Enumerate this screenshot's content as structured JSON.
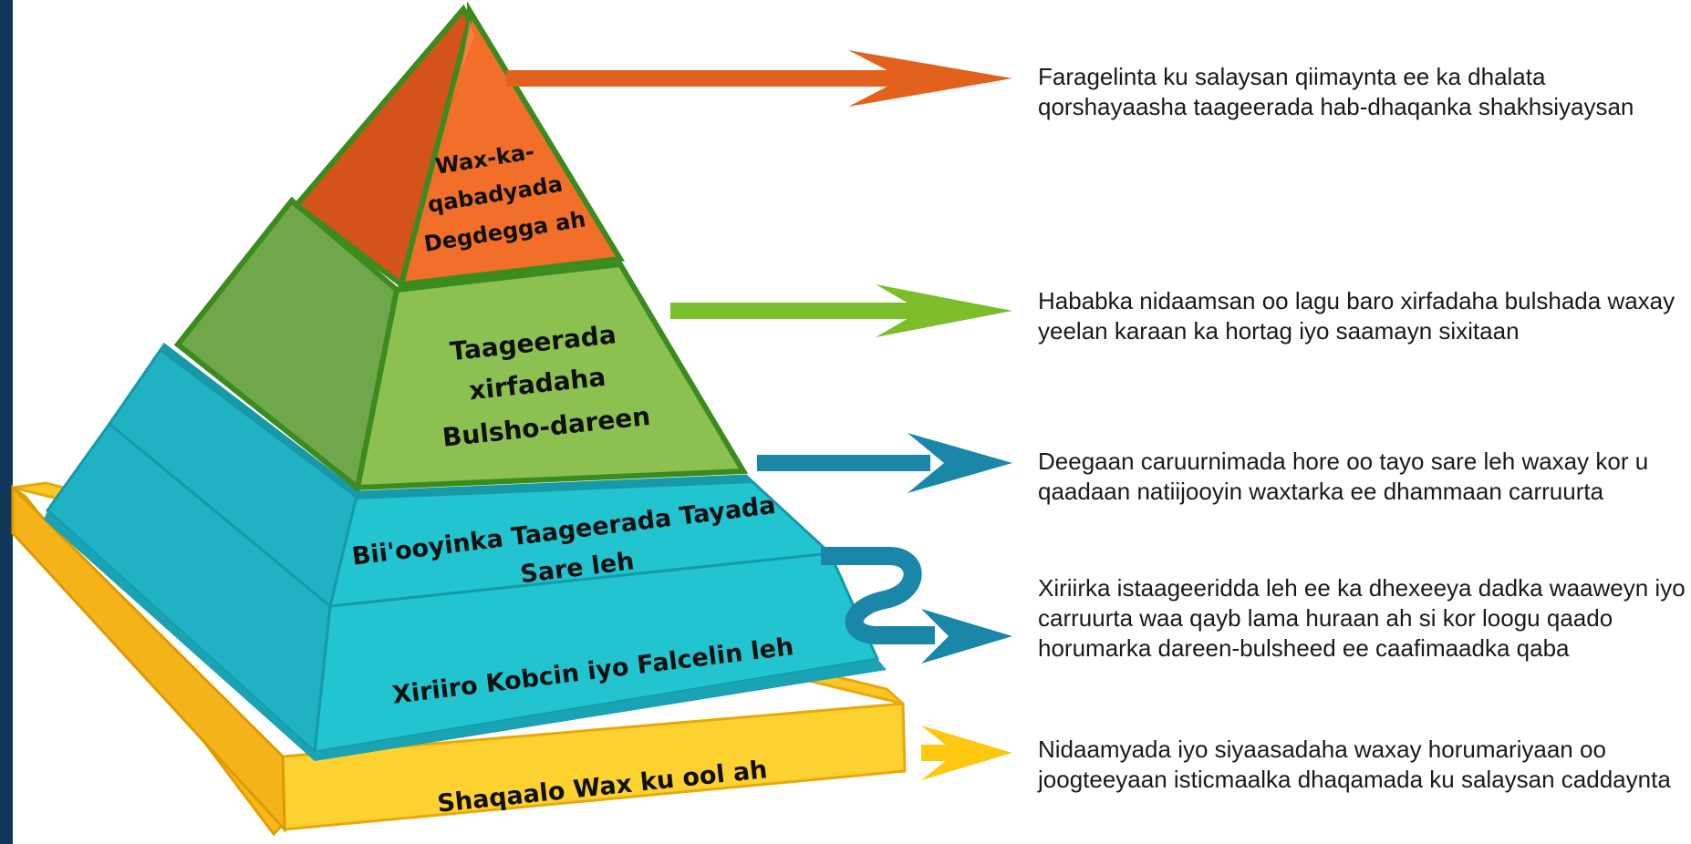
{
  "pyramid": {
    "tiers": [
      {
        "id": "top",
        "label_lines": [
          "Wax-ka-",
          "qabadyada",
          "Degdegga ah"
        ],
        "color": "#e8601c"
      },
      {
        "id": "second",
        "label_lines": [
          "Taageerada",
          "xirfadaha",
          "Bulsho-dareen"
        ],
        "color": "#8cc152"
      },
      {
        "id": "third",
        "label_lines": [
          "Bii'ooyinka Taageerada Tayada",
          "Sare leh"
        ],
        "color": "#22c4d0"
      },
      {
        "id": "fourth",
        "label_lines": [
          "Xiriiro Kobcin iyo Falcelin leh"
        ],
        "color": "#22c4d0"
      },
      {
        "id": "base",
        "label_lines": [
          "Shaqaalo Wax ku ool ah"
        ],
        "color": "#fcc624"
      }
    ]
  },
  "descriptions": [
    {
      "text": "Faragelinta ku salaysan qiimaynta ee ka dhalata qorshayaasha taageerada hab-dhaqanka shakhsiyaysan",
      "arrow_color": "#e2611d"
    },
    {
      "text": "Hababka nidaamsan oo lagu baro xirfadaha bulshada waxay yeelan karaan ka hortag iyo saamayn sixitaan",
      "arrow_color": "#7cbd2a"
    },
    {
      "text": "Deegaan caruurnimada hore oo tayo sare leh waxay kor u qaadaan natiijooyin waxtarka ee dhammaan carruurta",
      "arrow_color": "#1a87a8"
    },
    {
      "text": "Xiriirka istaageeridda leh ee ka dhexeeya dadka waaweyn iyo carruurta waa qayb lama huraan ah si kor loogu qaado horumarka dareen-bulsheed ee caafimaadka qaba",
      "arrow_color": "#1a87a8"
    },
    {
      "text": "Nidaamyada iyo siyaasadaha waxay horumariyaan oo joogteeyaan isticmaalka dhaqamada ku salaysan caddaynta",
      "arrow_color": "#fdc80f"
    }
  ]
}
